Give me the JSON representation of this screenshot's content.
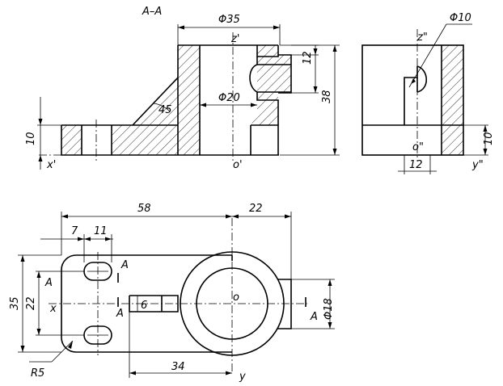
{
  "section_label": "A–A",
  "front_view": {
    "dim_top_diameter": "Φ35",
    "dim_inner_diameter": "Φ20",
    "dim_height": "38",
    "dim_boss_height": "12",
    "dim_base_thickness": "10",
    "dim_angle": "45",
    "axis_z": "z'",
    "axis_x": "x'",
    "origin": "o'"
  },
  "side_view": {
    "dim_hole_diameter": "Φ10",
    "dim_base_thickness": "10",
    "dim_offset": "12",
    "axis_z": "z\"",
    "axis_y": "y\"",
    "origin": "o\""
  },
  "top_view": {
    "dim_length_left": "58",
    "dim_length_right": "22",
    "dim_hole_offset": "7",
    "dim_slot_length": "11",
    "dim_width_outer": "35",
    "dim_width_inner": "22",
    "dim_slot_width": "6",
    "dim_rib_length": "34",
    "dim_boss_diameter": "Φ18",
    "dim_corner_radius": "R5",
    "section_mark": "A",
    "axis_x": "x",
    "axis_y": "y",
    "origin": "o"
  }
}
